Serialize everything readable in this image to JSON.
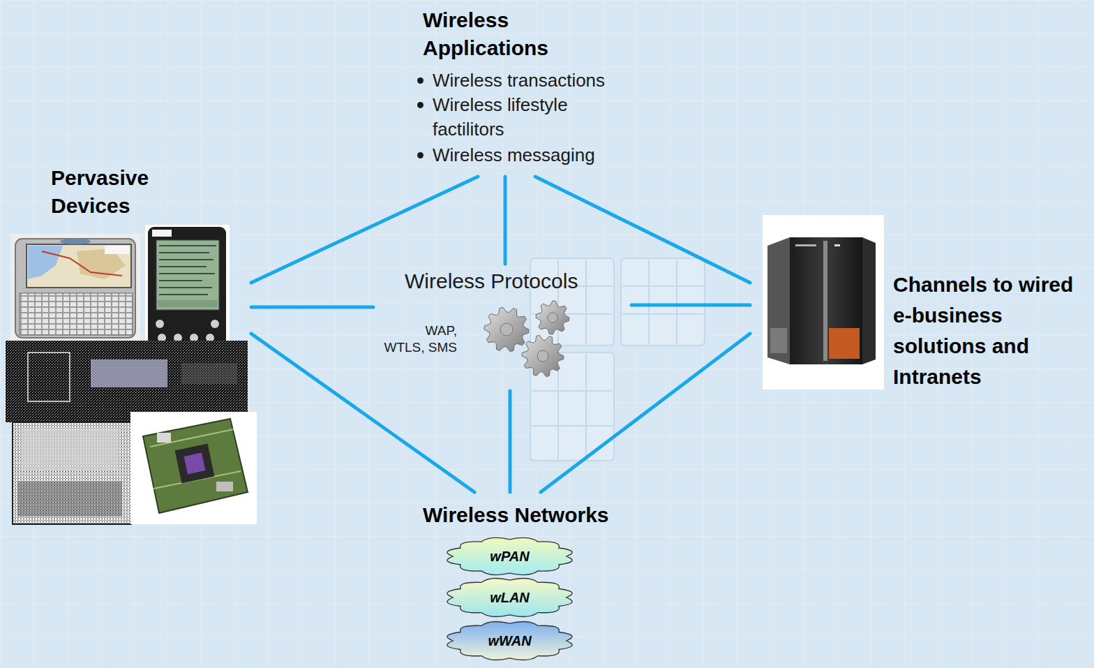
{
  "diagram": {
    "nodes": [
      {
        "text": [
          "Wireless Applications",
          "Wireless transactions",
          "Wireless lifestyle factilitors",
          "Wireless messaging"
        ]
      },
      {
        "text": [
          "Pervasive Devices"
        ]
      },
      {
        "text": [
          "Wireless Protocols",
          "WAP, WTLS, SMS"
        ]
      },
      {
        "text": [
          "Channels to wired e-business solutions and Intranets"
        ]
      },
      {
        "text": [
          "Wireless Networks"
        ]
      },
      {
        "text": [
          "wPAN"
        ],
        "in": 4
      },
      {
        "text": [
          "wLAN"
        ],
        "in": 4
      },
      {
        "text": [
          "wWAN"
        ],
        "in": 4
      }
    ],
    "edges": [
      {
        "from": 0,
        "to": 1,
        "arrow": "none"
      },
      {
        "from": 0,
        "to": 2,
        "arrow": "none"
      },
      {
        "from": 0,
        "to": 3,
        "arrow": "none"
      },
      {
        "from": 1,
        "to": 2,
        "arrow": "none"
      },
      {
        "from": 2,
        "to": 3,
        "arrow": "none"
      },
      {
        "from": 2,
        "to": 4,
        "arrow": "none"
      },
      {
        "from": 1,
        "to": 4,
        "arrow": "none"
      },
      {
        "from": 3,
        "to": 4,
        "arrow": "none"
      }
    ]
  }
}
